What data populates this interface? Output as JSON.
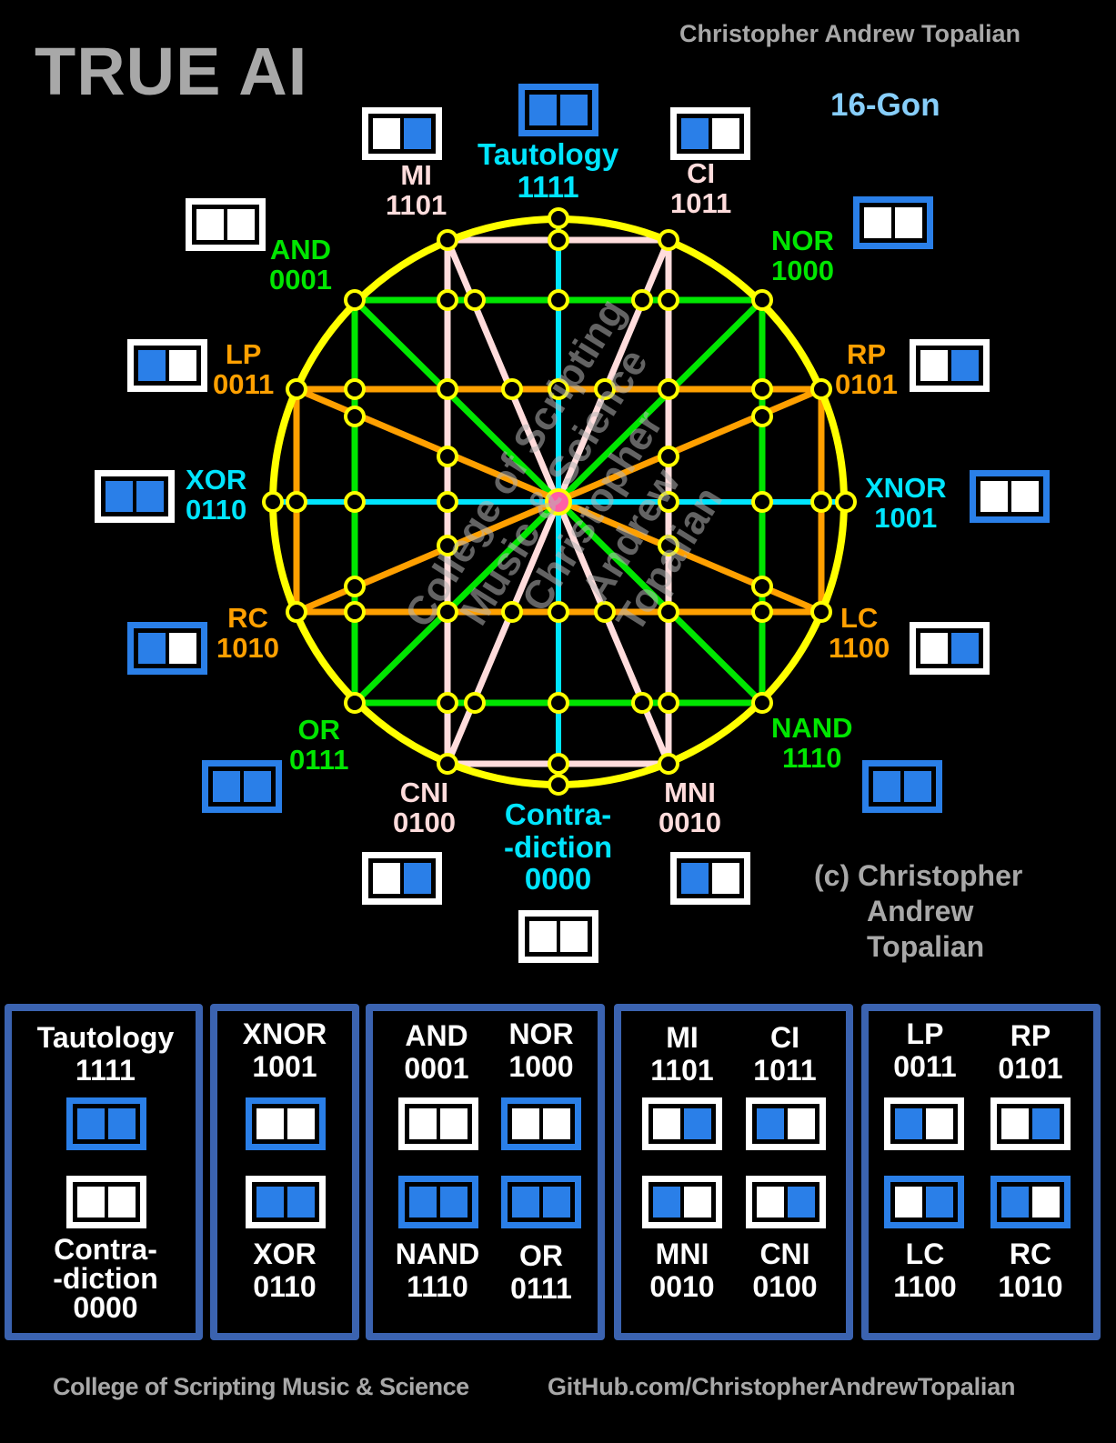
{
  "title": "TRUE AI",
  "author_top": "Christopher Andrew Topalian",
  "subtitle": "16-Gon",
  "copyright": [
    "(c) Christopher",
    "Andrew",
    "Topalian"
  ],
  "footer_left": "College of Scripting Music & Science",
  "footer_right": "GitHub.com/ChristopherAndrewTopalian",
  "watermark": [
    "College of Scripting",
    "Music & Science",
    "Christopher",
    "Andrew",
    "Topalian"
  ],
  "colors": {
    "blue": "#2a7fe8",
    "white": "#ffffff",
    "yellow": "#ffff00",
    "green": "#00e600",
    "orange": "#ffa000",
    "cyan": "#00e5ff",
    "pink": "#ffdcdc",
    "center": "#ff5fa5",
    "panel_border": "#3b63b0"
  },
  "gates": {
    "taut": {
      "name": "Tautology",
      "code": "1111"
    },
    "mi": {
      "name": "MI",
      "code": "1101"
    },
    "ci": {
      "name": "CI",
      "code": "1011"
    },
    "and": {
      "name": "AND",
      "code": "0001"
    },
    "nor": {
      "name": "NOR",
      "code": "1000"
    },
    "lp": {
      "name": "LP",
      "code": "0011"
    },
    "rp": {
      "name": "RP",
      "code": "0101"
    },
    "xor": {
      "name": "XOR",
      "code": "0110"
    },
    "xnor": {
      "name": "XNOR",
      "code": "1001"
    },
    "rc": {
      "name": "RC",
      "code": "1010"
    },
    "lc": {
      "name": "LC",
      "code": "1100"
    },
    "or": {
      "name": "OR",
      "code": "0111"
    },
    "nand": {
      "name": "NAND",
      "code": "1110"
    },
    "cni": {
      "name": "CNI",
      "code": "0100"
    },
    "mni": {
      "name": "MNI",
      "code": "0010"
    },
    "contra": {
      "name": "Contra-",
      "name2": "-diction",
      "code": "0000"
    }
  }
}
